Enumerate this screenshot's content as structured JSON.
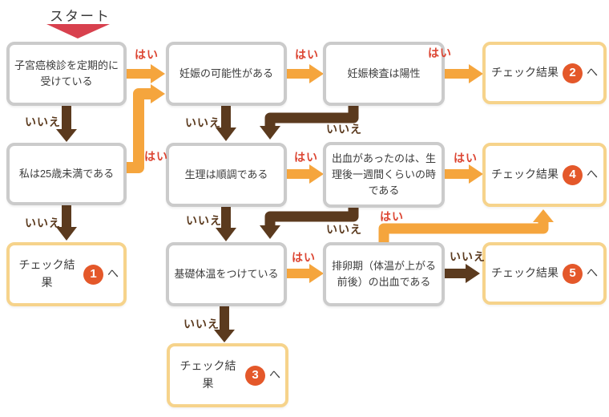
{
  "start": {
    "label": "スタート"
  },
  "answers": {
    "yes": "はい",
    "no": "いいえ"
  },
  "results": {
    "prefix": "チェック結果",
    "suffix": "へ"
  },
  "nodes": {
    "screening": {
      "label": "子宮癌検診を定期的に受けている"
    },
    "under25": {
      "label": "私は25歳未満である"
    },
    "pregnancy_possible": {
      "label": "妊娠の可能性がある"
    },
    "period_regular": {
      "label": "生理は順調である"
    },
    "bbt": {
      "label": "基礎体温をつけている"
    },
    "test_positive": {
      "label": "妊娠検査は陽性"
    },
    "bleeding_after_period": {
      "label": "出血があったのは、生理後一週間くらいの時である"
    },
    "ovulation_bleeding": {
      "label": "排卵期（体温が上がる前後）の出血である"
    },
    "result1": {
      "number": "1"
    },
    "result2": {
      "number": "2"
    },
    "result3": {
      "number": "3"
    },
    "result4": {
      "number": "4"
    },
    "result5": {
      "number": "5"
    }
  },
  "edges": [
    {
      "from": "screening",
      "answer": "はい",
      "to": "pregnancy_possible"
    },
    {
      "from": "screening",
      "answer": "いいえ",
      "to": "under25"
    },
    {
      "from": "under25",
      "answer": "はい",
      "to": "pregnancy_possible"
    },
    {
      "from": "under25",
      "answer": "いいえ",
      "to": "result1"
    },
    {
      "from": "pregnancy_possible",
      "answer": "はい",
      "to": "test_positive"
    },
    {
      "from": "pregnancy_possible",
      "answer": "いいえ",
      "to": "period_regular"
    },
    {
      "from": "test_positive",
      "answer": "はい",
      "to": "result2"
    },
    {
      "from": "test_positive",
      "answer": "いいえ",
      "to": "period_regular"
    },
    {
      "from": "period_regular",
      "answer": "はい",
      "to": "bleeding_after_period"
    },
    {
      "from": "period_regular",
      "answer": "いいえ",
      "to": "bbt"
    },
    {
      "from": "bleeding_after_period",
      "answer": "はい",
      "to": "result4"
    },
    {
      "from": "bleeding_after_period",
      "answer": "いいえ",
      "to": "bbt"
    },
    {
      "from": "bbt",
      "answer": "はい",
      "to": "ovulation_bleeding"
    },
    {
      "from": "bbt",
      "answer": "いいえ",
      "to": "result3"
    },
    {
      "from": "ovulation_bleeding",
      "answer": "はい",
      "to": "result4"
    },
    {
      "from": "ovulation_bleeding",
      "answer": "いいえ",
      "to": "result5"
    }
  ],
  "colors": {
    "arrow_yes": "#F5A53D",
    "arrow_no": "#5B3A1E",
    "label_yes": "#DC4532",
    "label_no": "#5B3A1E",
    "question_border": "#CBCBCB",
    "result_border": "#F6D38B",
    "badge": "#E4582A",
    "start_triangle": "#D8414E",
    "text": "#3C3C3C"
  }
}
